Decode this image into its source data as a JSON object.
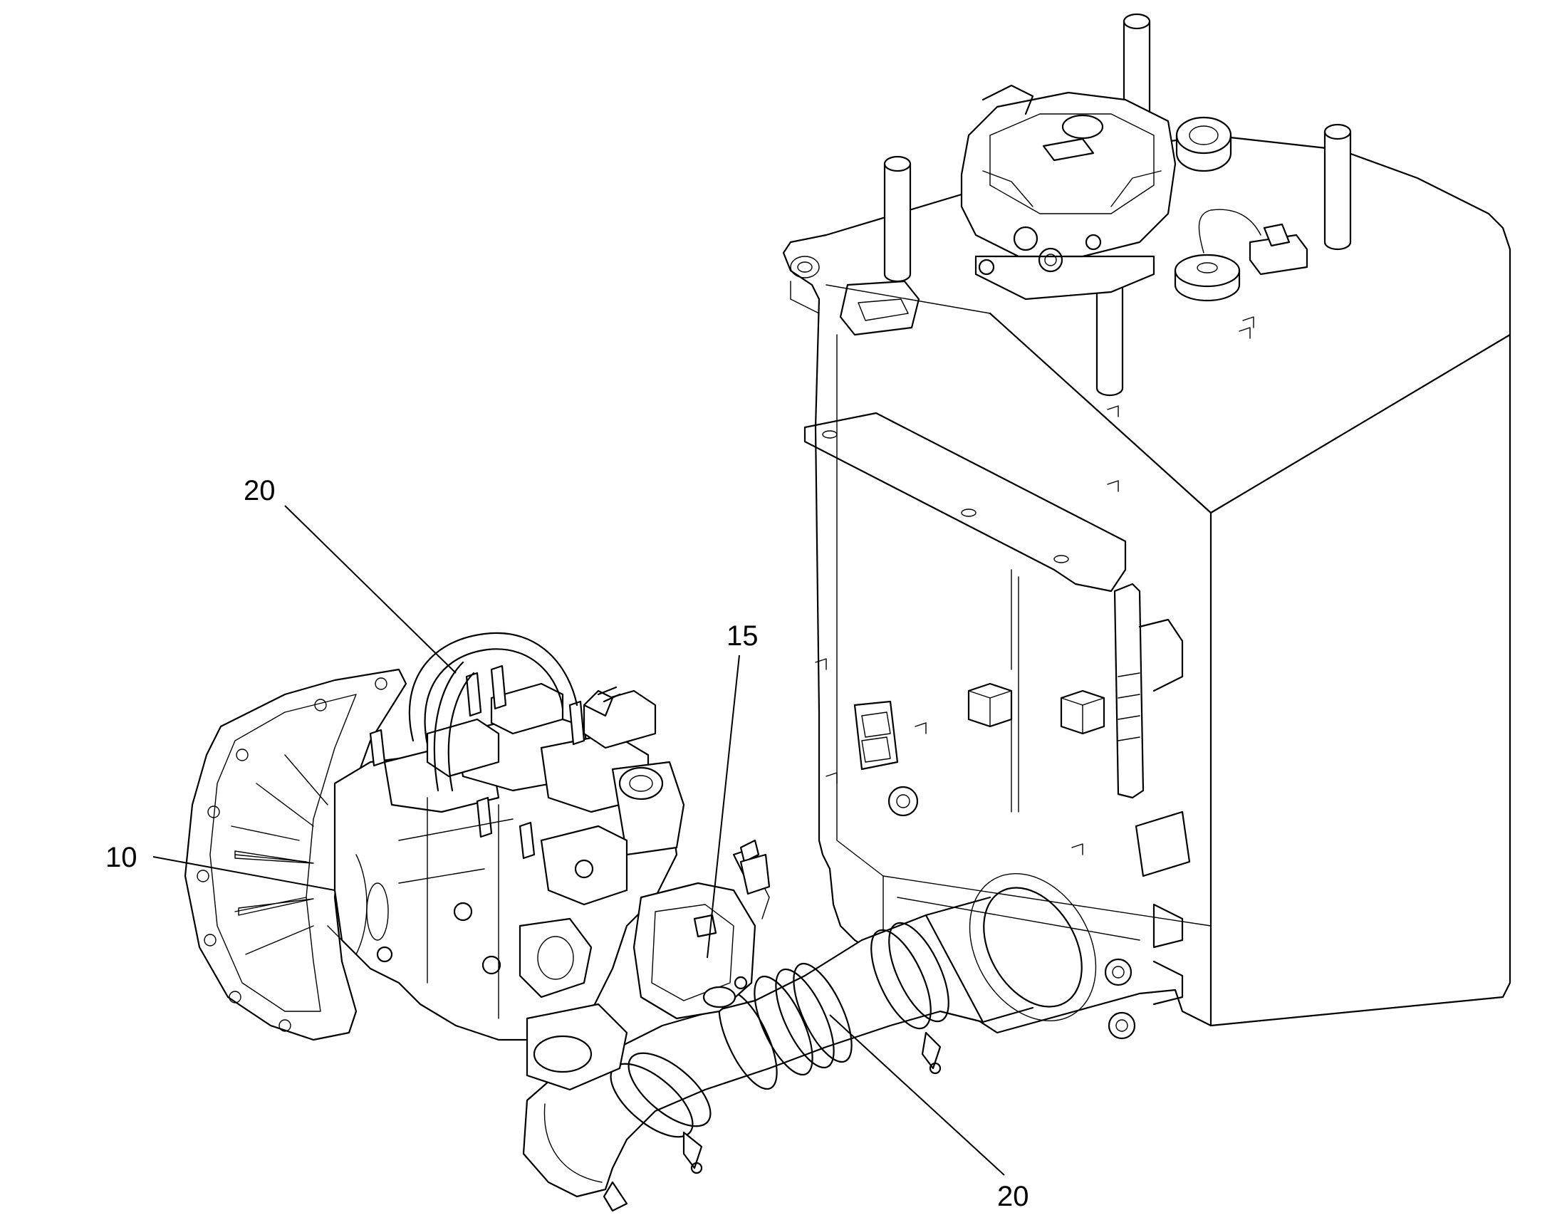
{
  "callouts": {
    "c20_top": "20",
    "c15": "15",
    "c10": "10",
    "c20_bottom": "20"
  },
  "colors": {
    "line": "#000000",
    "background": "#ffffff"
  }
}
